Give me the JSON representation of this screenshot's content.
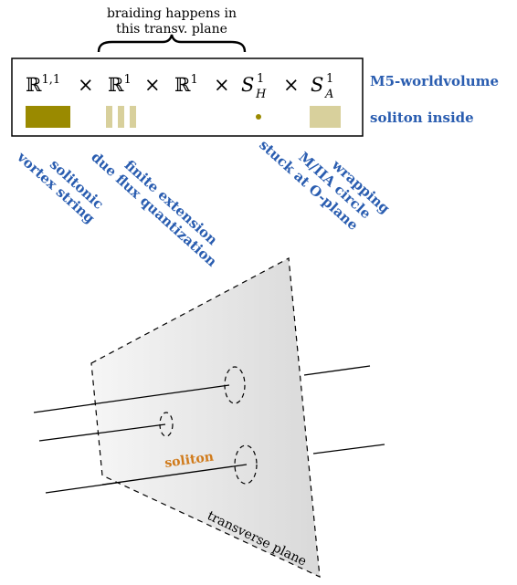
{
  "header": {
    "brace_note_line1": "braiding happens in",
    "brace_note_line2": "this transv. plane"
  },
  "product_box": {
    "factors": [
      {
        "base": "ℝ",
        "sup": "1,1",
        "sub": ""
      },
      {
        "base": "ℝ",
        "sup": "1",
        "sub": ""
      },
      {
        "base": "ℝ",
        "sup": "1",
        "sub": ""
      },
      {
        "base": "S",
        "sup": "1",
        "sub": "H"
      },
      {
        "base": "S",
        "sup": "1",
        "sub": "A"
      }
    ],
    "times": "×"
  },
  "side_labels": {
    "worldvolume": "M5-worldvolume",
    "soliton_inside": "soliton inside"
  },
  "rotated_labels": {
    "solitonic_line1": "solitonic",
    "solitonic_line2": "vortex string",
    "finite_line1": "finite extension",
    "finite_line2": "due flux quantization",
    "stuck": "stuck at O-plane",
    "wrapping_line1": "wrapping",
    "wrapping_line2": "M/IIA circle"
  },
  "plane": {
    "soliton_label": "soliton",
    "transverse_label": "transverse plane"
  },
  "colors": {
    "olive_dark": "#9a8a00",
    "olive_light": "#d8d09c",
    "label_blue": "#2a5db0",
    "soliton_orange": "#d07a1a"
  }
}
